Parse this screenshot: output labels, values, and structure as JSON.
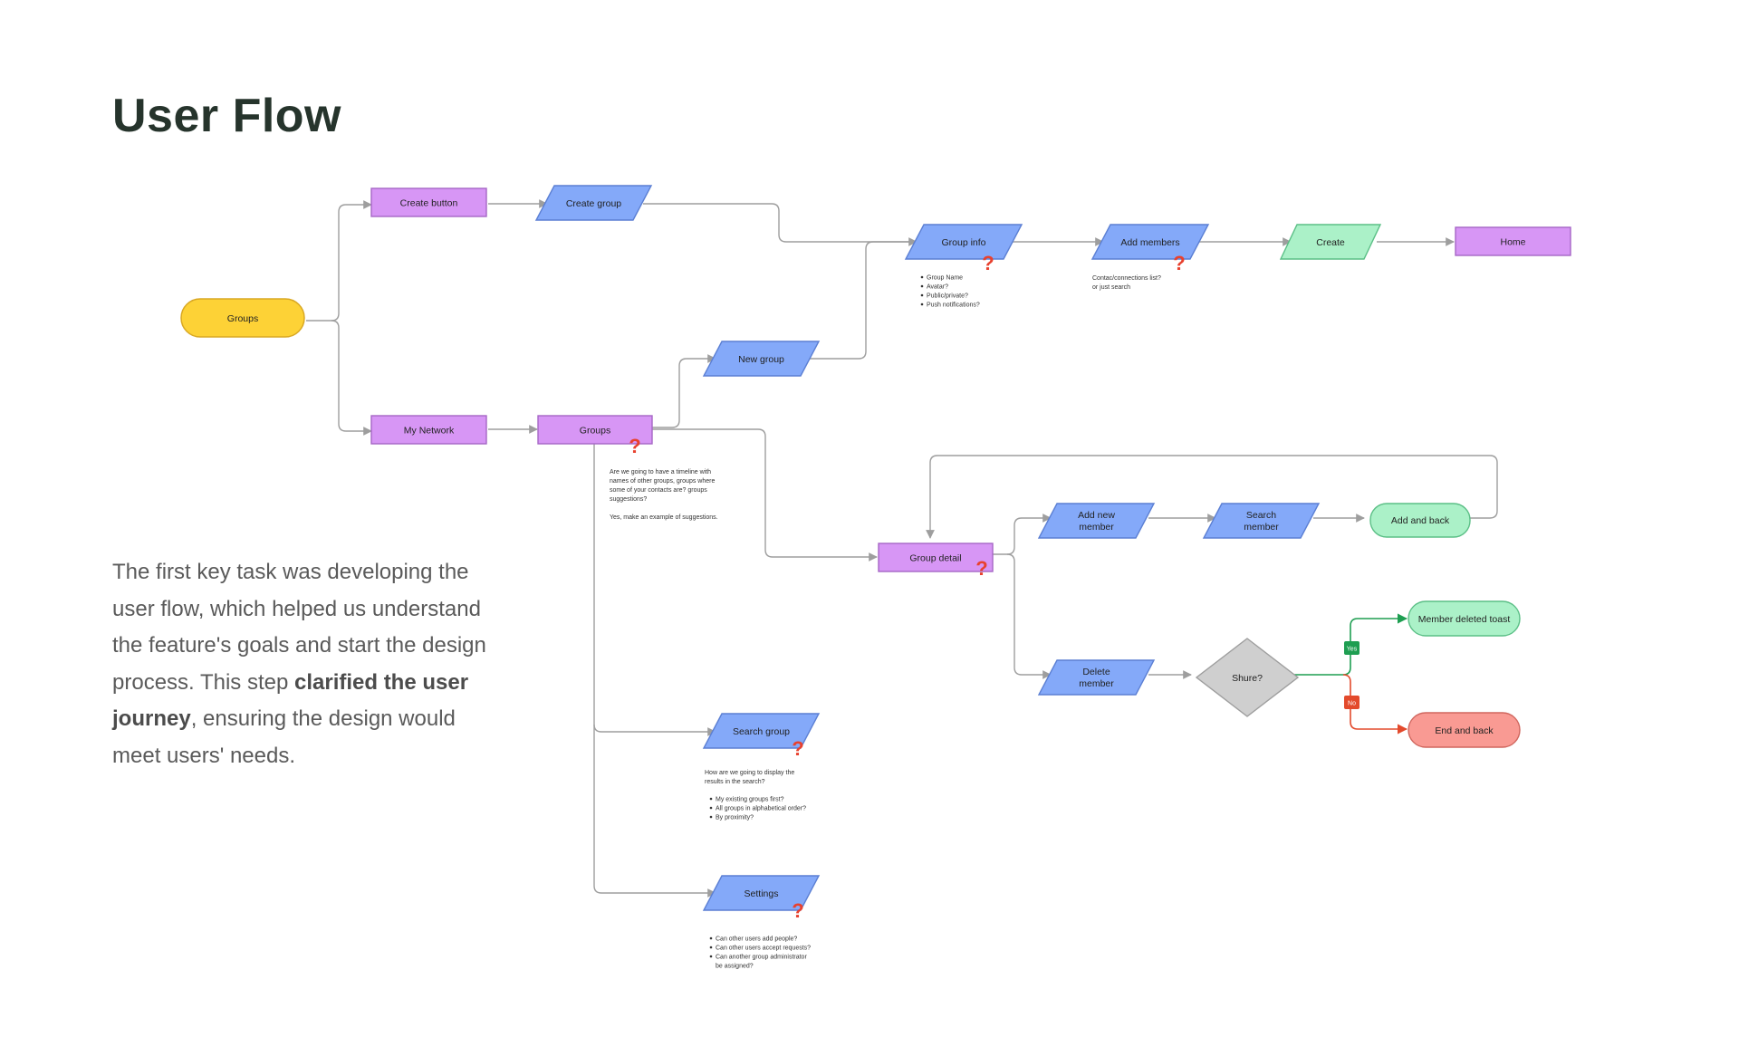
{
  "title": "User Flow",
  "description": {
    "part1": "The first key task was developing the user flow, which helped us understand the feature's goals and start the design process. This step ",
    "bold": "clarified the user journey",
    "part2": ", ensuring the design would meet users' needs."
  },
  "colors": {
    "start": "#fdd236",
    "screen": "#d796f5",
    "action": "#84a9f9",
    "success": "#abf1c8",
    "decision": "#cfcfcf",
    "error": "#f99a93",
    "connector": "#9e9e9e",
    "yes": "#1e9e51",
    "no": "#e34a2c",
    "question": "#e8412e"
  },
  "nodes": {
    "groups_start": "Groups",
    "create_button": "Create button",
    "create_group": "Create group",
    "group_info": "Group info",
    "add_members": "Add members",
    "create": "Create",
    "home": "Home",
    "new_group": "New group",
    "my_network": "My Network",
    "groups": "Groups",
    "group_detail": "Group detail",
    "add_new_member_1": "Add new",
    "add_new_member_2": "member",
    "search_member_1": "Search",
    "search_member_2": "member",
    "add_and_back": "Add and back",
    "delete_member_1": "Delete",
    "delete_member_2": "member",
    "shure": "Shure?",
    "member_deleted_toast": "Member deleted toast",
    "end_and_back": "End and back",
    "search_group": "Search group",
    "settings": "Settings"
  },
  "branch_labels": {
    "yes": "Yes",
    "no": "No"
  },
  "question_mark": "?",
  "notes": {
    "group_info": [
      "Group Name",
      "Avatar?",
      "Public/private?",
      "Push notifications?"
    ],
    "add_members": [
      "Contac/connections list?",
      "or just search"
    ],
    "groups": [
      "Are we going to have a timeline with",
      "names of other groups, groups where",
      "some of your contacts are? groups",
      "suggestions?",
      "",
      "Yes, make an example of suggestions."
    ],
    "search_group_intro": [
      "How are we going to display the",
      "results in the search?"
    ],
    "search_group_list": [
      "My existing groups first?",
      "All groups in alphabetical order?",
      "By proximity?"
    ],
    "settings_list": [
      "Can other users add people?",
      "Can other users accept requests?",
      "Can another group administrator",
      "be assigned?"
    ]
  }
}
